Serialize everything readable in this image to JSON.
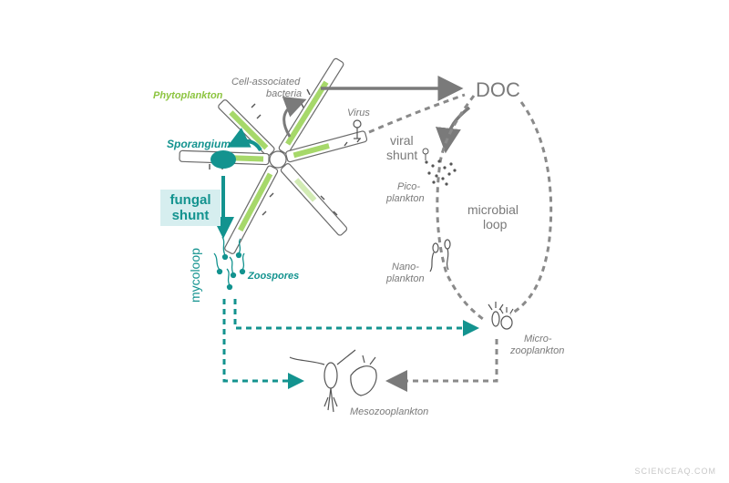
{
  "labels": {
    "phytoplankton": "Phytoplankton",
    "cell_associated": "Cell-associated",
    "bacteria": "bacteria",
    "virus": "Virus",
    "doc": "DOC",
    "viral_shunt_1": "viral",
    "viral_shunt_2": "shunt",
    "sporangium": "Sporangium",
    "fungal_shunt_1": "fungal",
    "fungal_shunt_2": "shunt",
    "pico_1": "Pico-",
    "pico_2": "plankton",
    "microbial_loop_1": "microbial",
    "microbial_loop_2": "loop",
    "nano_1": "Nano-",
    "nano_2": "plankton",
    "mycoloop": "mycoloop",
    "zoospores": "Zoospores",
    "micro_1": "Micro-",
    "micro_2": "zooplankton",
    "mesozooplankton": "Mesozooplankton"
  },
  "watermark": "SCIENCEAQ.COM",
  "colors": {
    "teal": "#13938f",
    "gray": "#7a7a7a",
    "green": "#8cc43f",
    "box": "#d6eeef"
  }
}
